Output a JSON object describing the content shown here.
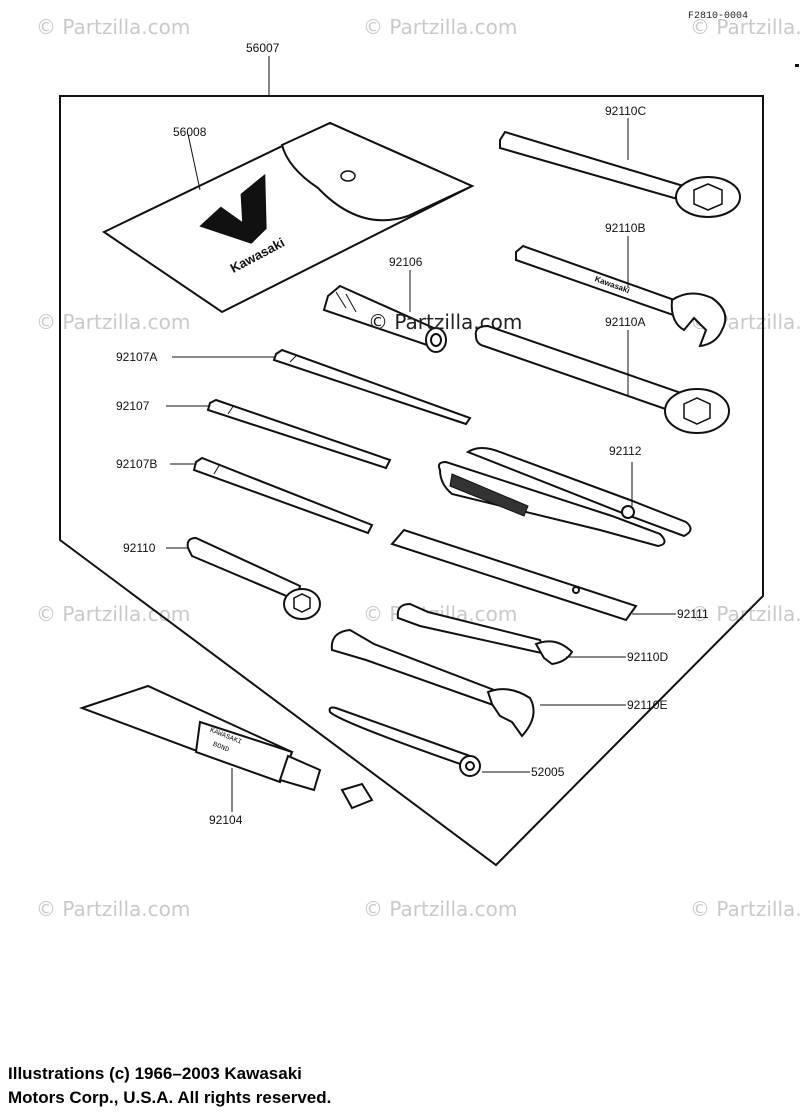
{
  "figure_code": "F2810-0004",
  "watermark": "© Partzilla.com",
  "watermark_center": "© Partzilla.com",
  "parts": {
    "kit": "56007",
    "pouch": "56008",
    "pouch_brand": "Kawasaki",
    "wrench_c": "92110C",
    "wrench_b": "92110B",
    "wrench_b_stamp": "Kawasaki",
    "spark_plug_handle": "92106",
    "wrench_a": "92110A",
    "screwdriver_a": "92107A",
    "screwdriver": "92107",
    "screwdriver_b": "92107B",
    "pliers": "92112",
    "box_wrench": "92110",
    "flat_bar": "92111",
    "wrench_d": "92110D",
    "wrench_e": "92110E",
    "bond_tube": "92104",
    "bond_label_line1": "KAWASAKI",
    "bond_label_line2": "BOND",
    "hex_tool": "52005"
  },
  "copyright": {
    "line1": "Illustrations (c) 1966–2003 Kawasaki",
    "line2": "Motors Corp., U.S.A.  All rights reserved."
  }
}
